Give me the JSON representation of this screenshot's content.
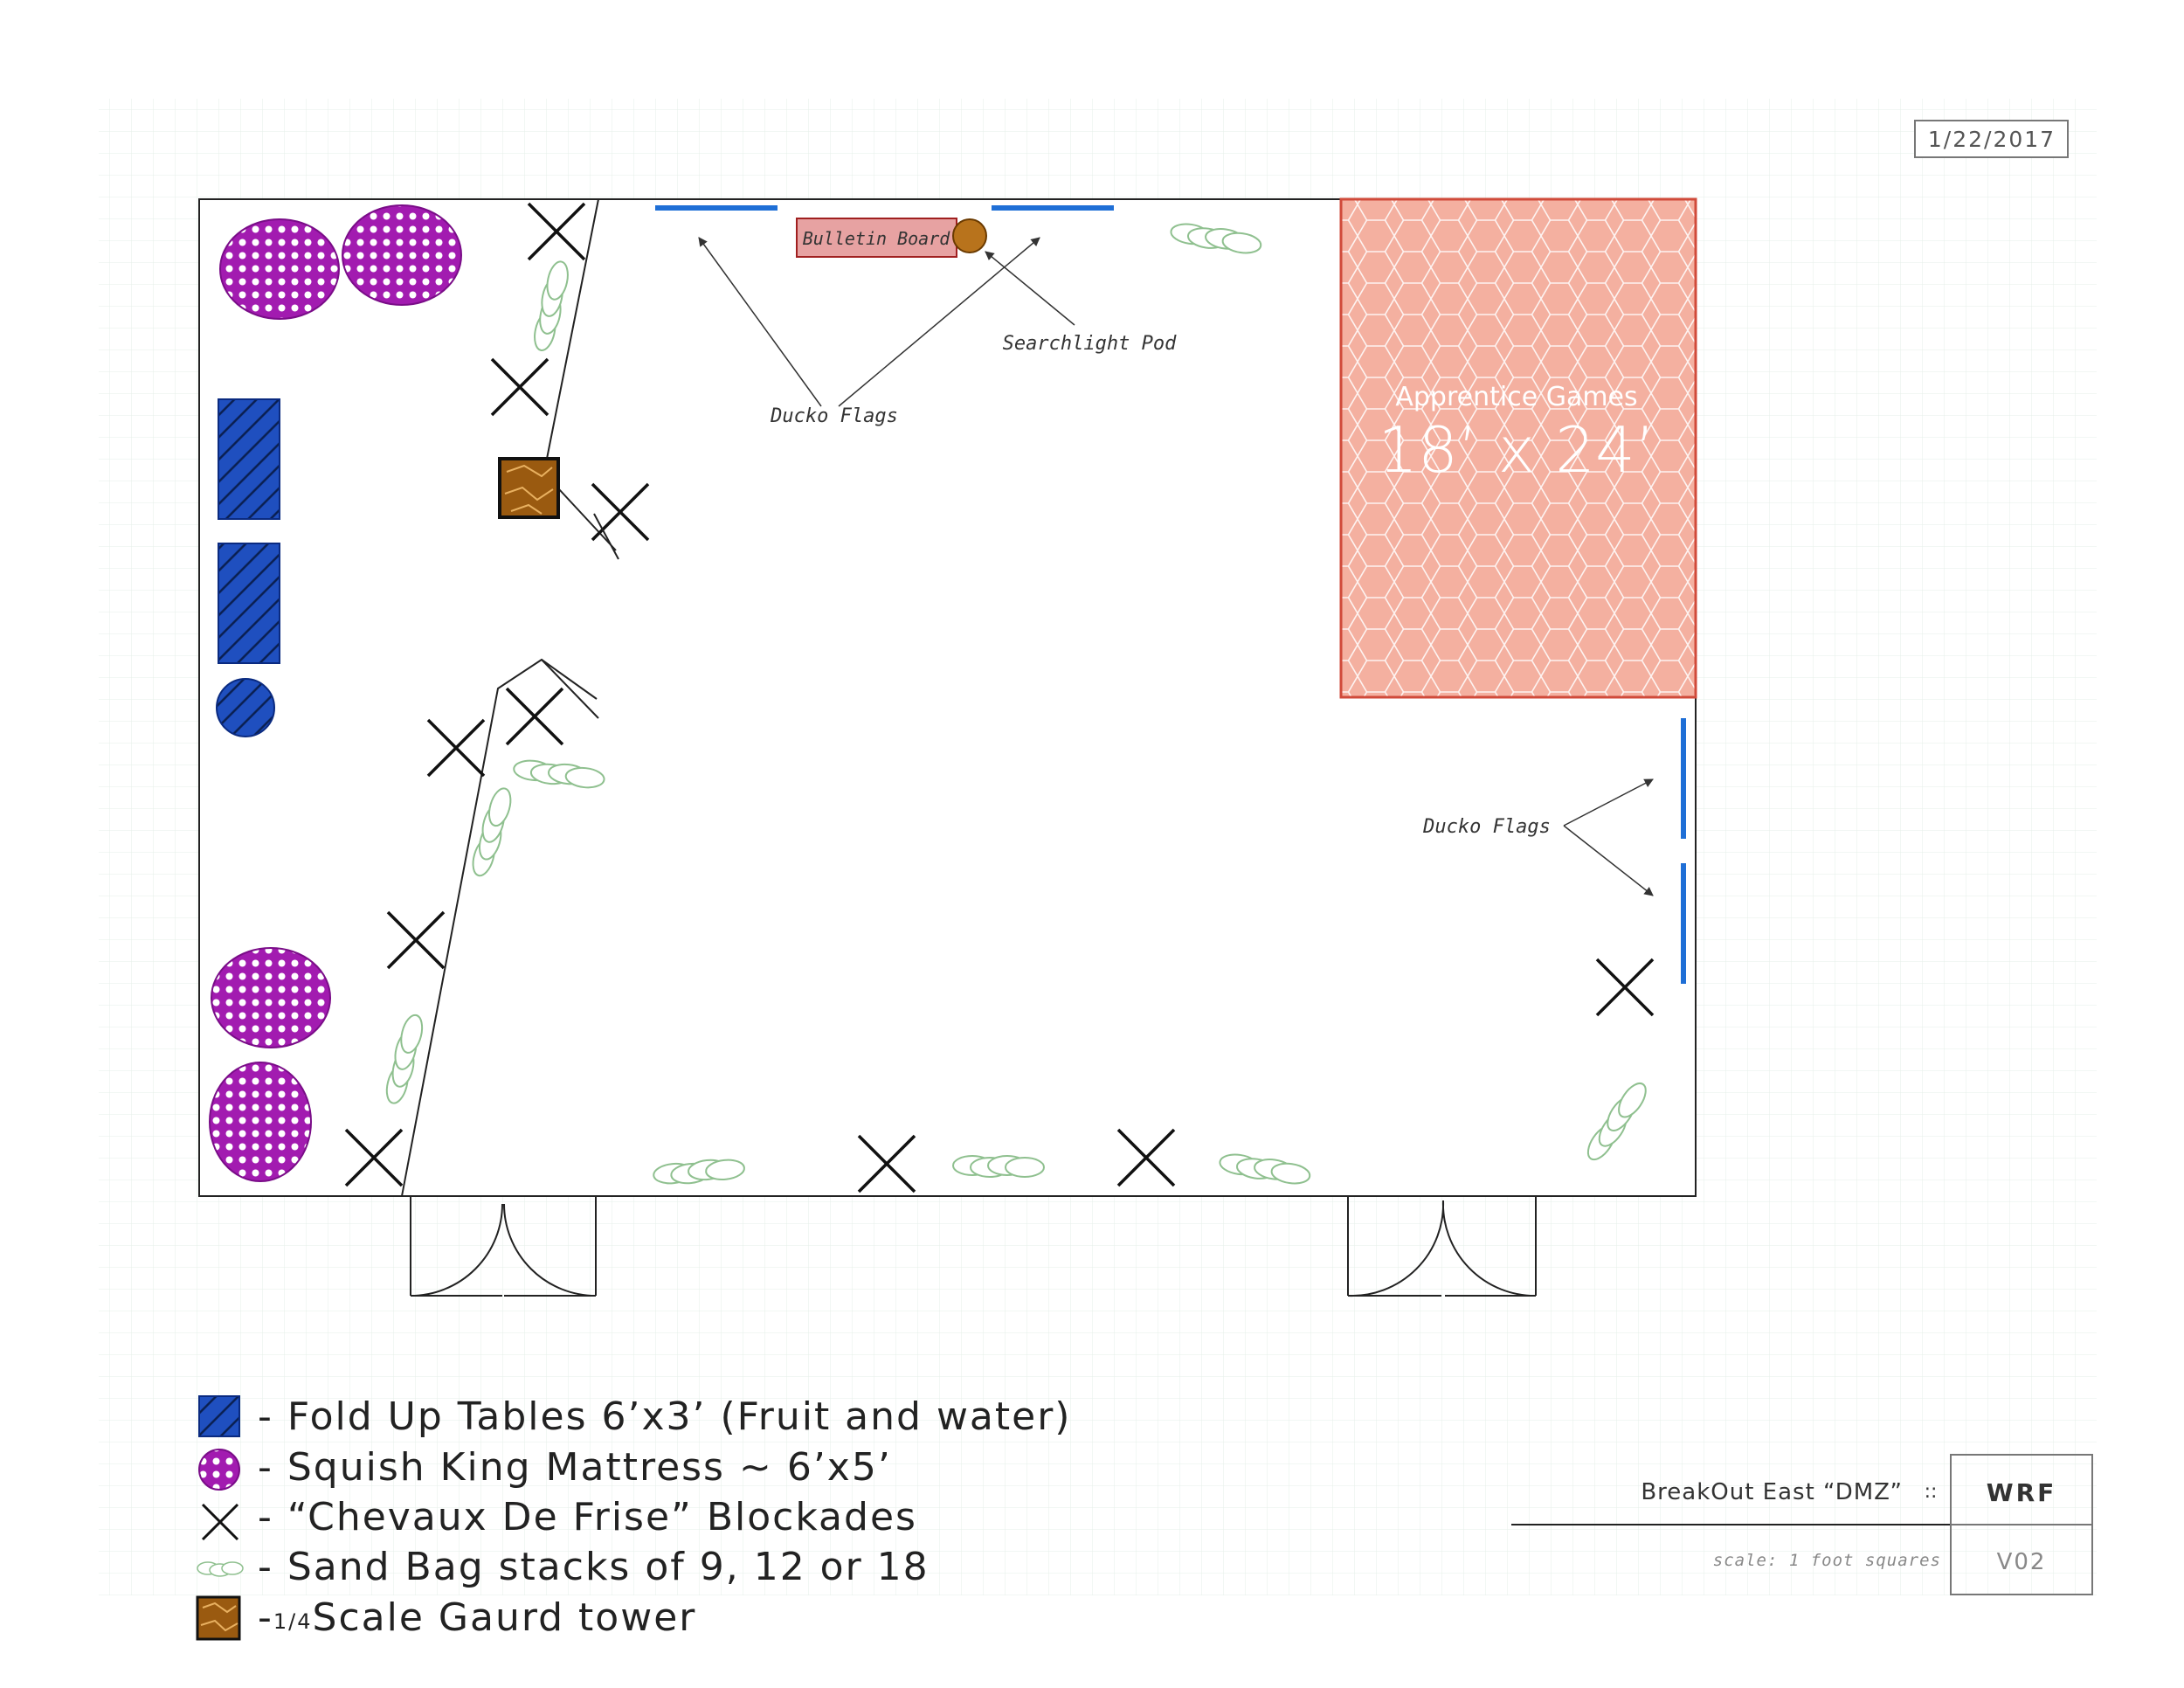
{
  "header": {
    "date": "1/22/2017"
  },
  "labels": {
    "bulletin_board": "Bulletin Board",
    "searchlight_pod": "Searchlight Pod",
    "ducko_flags_top": "Ducko Flags",
    "ducko_flags_right": "Ducko Flags"
  },
  "apprentice_area": {
    "name": "Apprentice Games",
    "size": "18’ x 24’"
  },
  "legend": {
    "tables": "- Fold Up Tables 6’x3’ (Fruit and water)",
    "mattress": "- Squish King Mattress ~ 6’x5’",
    "chevaux": "- “Chevaux De Frise” Blockades",
    "sandbag": "- Sand Bag stacks of 9, 12 or 18",
    "tower_prefix": "-",
    "tower_fraction": "1/4",
    "tower_text": "Scale Gaurd tower"
  },
  "title_block": {
    "project": "BreakOut East “DMZ”",
    "separator": "::",
    "initials": "WRF",
    "scale": "scale: 1 foot squares",
    "version": "V02"
  },
  "colors": {
    "mattress": "#a21bb0",
    "table": "#1f4fbf",
    "flag": "#1f6fd6",
    "apprentice_fill": "#f4b0a0",
    "apprentice_border": "#d04a3a",
    "tower": "#9a5a10",
    "bulletin_fill": "#e7a2a2",
    "sandbag": "#8fc08f"
  }
}
